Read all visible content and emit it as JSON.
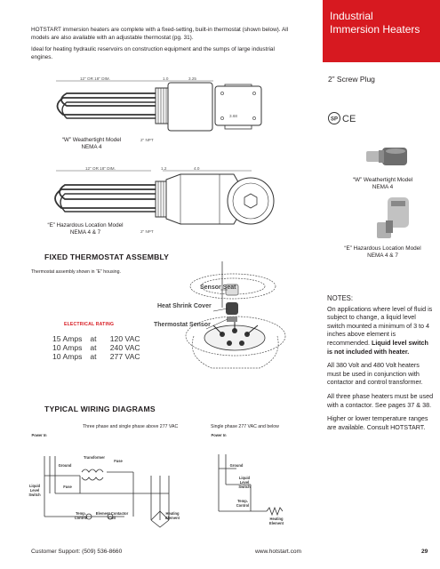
{
  "intro": {
    "p1": "HOTSTART immersion heaters are complete with a fixed-setting, built-in thermostat (shown below). All models are also available with an adjustable thermostat (pg. 31).",
    "p2": "Ideal for heating hydraulic reservoirs on construction equipment and the sumps of large industrial engines."
  },
  "banner": {
    "title_line1": "Industrial",
    "title_line2": "Immersion Heaters",
    "color": "#d71920"
  },
  "plug_type": "2” Screw Plug",
  "drawing_w": {
    "caption_line1": "“W” Weathertight Model",
    "caption_line2": "NEMA 4",
    "dim_length": "12\" OR 18\" DIM.",
    "dim_a": "1.0",
    "dim_b": "3.25",
    "dim_c": "3.68",
    "npt": "2\" NPT"
  },
  "drawing_e": {
    "caption_line1": "“E” Hazardous Location Model",
    "caption_line2": "NEMA 4 & 7",
    "dim_length": "12\" OR 18\" DIM.",
    "dim_a": "1.2",
    "dim_b": "4.0",
    "npt": "2\" NPT"
  },
  "photo_w": {
    "caption_line1": "“W” Weathertight Model",
    "caption_line2": "NEMA 4"
  },
  "photo_e": {
    "caption_line1": "“E” Hazardous Location Model",
    "caption_line2": "NEMA 4 & 7"
  },
  "thermostat": {
    "heading": "FIXED THERMOSTAT ASSEMBLY",
    "sub": "Thermostat assembly shown in “E” housing.",
    "label_seat": "Sensor Seat",
    "label_shrink": "Heat Shrink Cover",
    "label_sensor": "Thermostat Sensor"
  },
  "rating": {
    "title": "ELECTRICAL RATING",
    "rows": [
      {
        "amps": "15 Amps",
        "at": "at",
        "volts": "120 VAC"
      },
      {
        "amps": "10 Amps",
        "at": "at",
        "volts": "240 VAC"
      },
      {
        "amps": "10 Amps",
        "at": "at",
        "volts": "277 VAC"
      }
    ]
  },
  "wiring": {
    "heading": "TYPICAL WIRING DIAGRAMS",
    "three_phase_caption": "Three phase and single phase above 277 VAC",
    "single_phase_caption": "Single phase 277 VAC and below",
    "labels": {
      "power_in": "Power In",
      "ground": "Ground",
      "transformer": "Transformer",
      "fuse": "Fuse",
      "liquid_level_switch": "Liquid Level Switch",
      "temp_control": "Temp. Control",
      "element_contactor_coil": "Element Contactor Coil",
      "heating_element": "Heating Element"
    }
  },
  "notes": {
    "heading": "NOTES:",
    "n1": "On applications where level of fluid is subject to change, a liquid level switch mounted a minimum of 3 to 4 inches above element is recommended.",
    "n1_bold": "Liquid level switch is not included with heater.",
    "n2": "All 380 Volt and 480 Volt heaters must be used in conjunction with contactor and control transformer.",
    "n3": "All three phase heaters must be used with a contactor. See pages 37 & 38.",
    "n4": "Higher or lower temperature ranges are available. Consult HOTSTART."
  },
  "footer": {
    "support": "Customer Support: (509) 536-8660",
    "url": "www.hotstart.com",
    "page": "29"
  }
}
